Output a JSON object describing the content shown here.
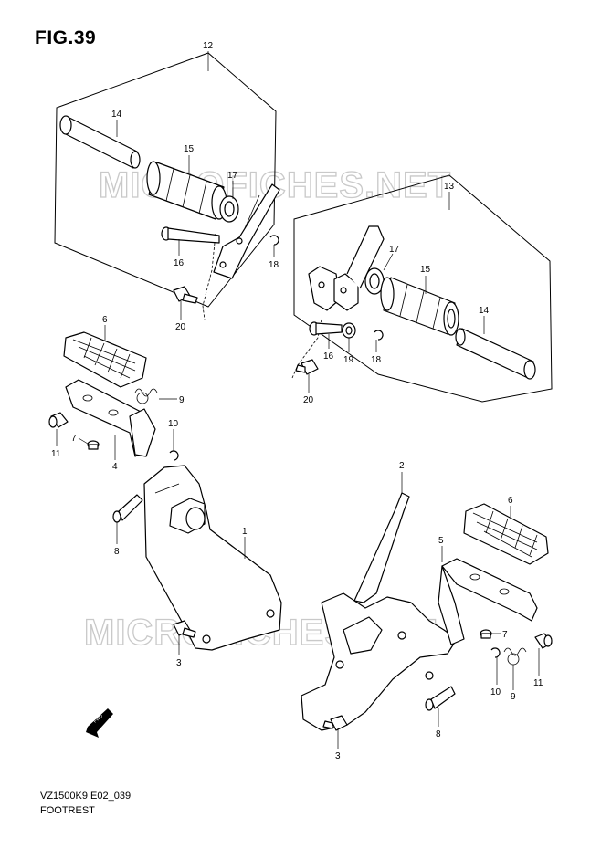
{
  "figure": {
    "title": "FIG.39"
  },
  "watermark": {
    "text": "MICROFICHES.NET"
  },
  "footer": {
    "model_code": "VZ1500K9 E02_039",
    "section_name": "FOOTREST"
  },
  "fwd_badge": {
    "text": "FWD"
  },
  "callouts": [
    {
      "id": "c12a",
      "label": "12"
    },
    {
      "id": "c14a",
      "label": "14"
    },
    {
      "id": "c15a",
      "label": "15"
    },
    {
      "id": "c17a",
      "label": "17"
    },
    {
      "id": "c16a",
      "label": "16"
    },
    {
      "id": "c18a",
      "label": "18"
    },
    {
      "id": "c20a",
      "label": "20"
    },
    {
      "id": "c13",
      "label": "13"
    },
    {
      "id": "c17b",
      "label": "17"
    },
    {
      "id": "c15b",
      "label": "15"
    },
    {
      "id": "c14b",
      "label": "14"
    },
    {
      "id": "c16b",
      "label": "16"
    },
    {
      "id": "c19",
      "label": "19"
    },
    {
      "id": "c18b",
      "label": "18"
    },
    {
      "id": "c20b",
      "label": "20"
    },
    {
      "id": "c6a",
      "label": "6"
    },
    {
      "id": "c9a",
      "label": "9"
    },
    {
      "id": "c10a",
      "label": "10"
    },
    {
      "id": "c7a",
      "label": "7"
    },
    {
      "id": "c11a",
      "label": "11"
    },
    {
      "id": "c4",
      "label": "4"
    },
    {
      "id": "c1",
      "label": "1"
    },
    {
      "id": "c8a",
      "label": "8"
    },
    {
      "id": "c3a",
      "label": "3"
    },
    {
      "id": "c2",
      "label": "2"
    },
    {
      "id": "c6b",
      "label": "6"
    },
    {
      "id": "c5",
      "label": "5"
    },
    {
      "id": "c7b",
      "label": "7"
    },
    {
      "id": "c10b",
      "label": "10"
    },
    {
      "id": "c9b",
      "label": "9"
    },
    {
      "id": "c11b",
      "label": "11"
    },
    {
      "id": "c8b",
      "label": "8"
    },
    {
      "id": "c3b",
      "label": "3"
    }
  ]
}
